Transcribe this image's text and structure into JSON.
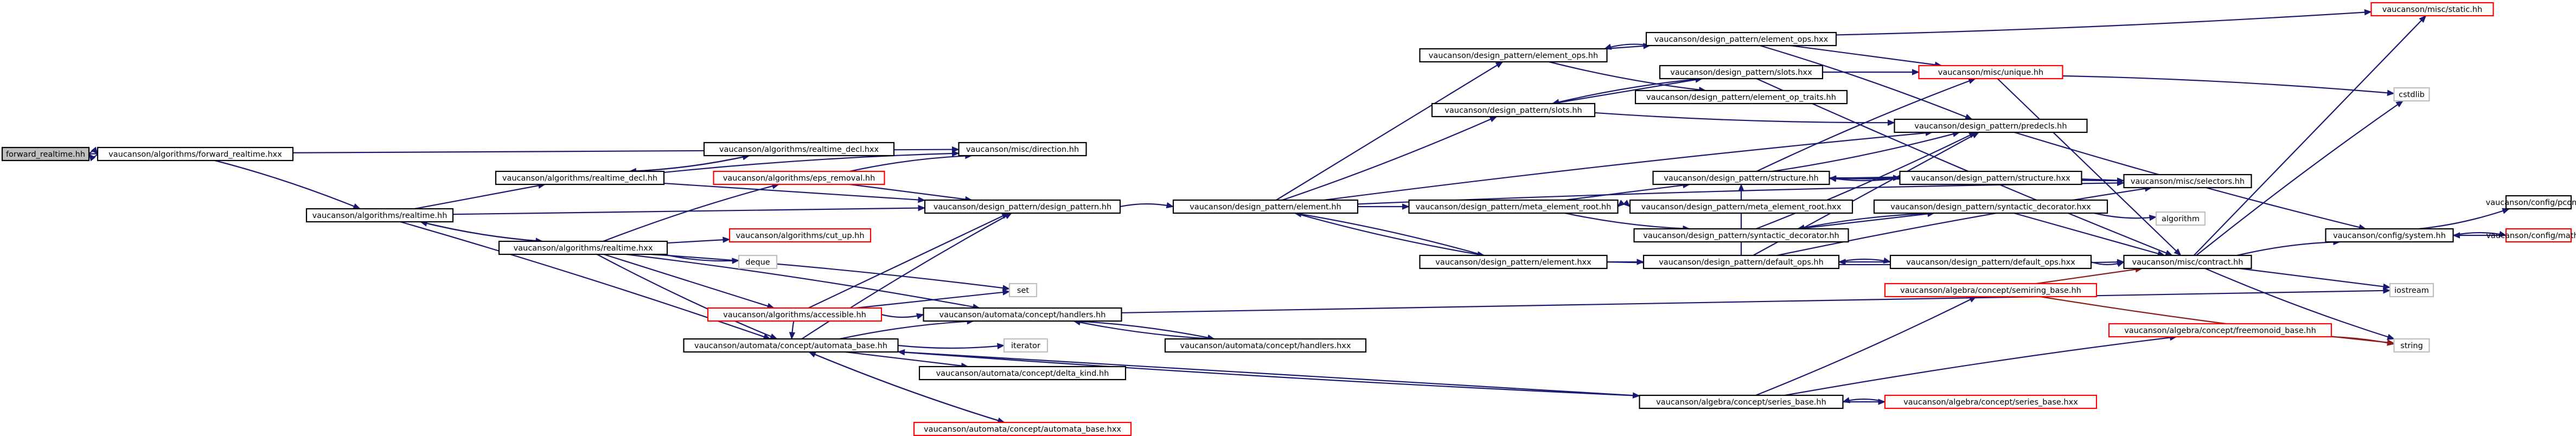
{
  "graph": {
    "colors": {
      "edge": "#191970",
      "edge_red": "#8b1a1a",
      "node_border": "#000000",
      "node_border_missing": "#ff0000",
      "node_border_external": "#bfbfbf",
      "root_fill": "#c0c0c0"
    },
    "nodes": {
      "n_forward_realtime_hh": "forward_realtime.hh",
      "n_alg_forward_realtime_hxx": "vaucanson/algorithms/forward_realtime.hxx",
      "n_alg_realtime_hh": "vaucanson/algorithms/realtime.hh",
      "n_alg_realtime_decl_hh": "vaucanson/algorithms/realtime_decl.hh",
      "n_alg_realtime_decl_hxx": "vaucanson/algorithms/realtime_decl.hxx",
      "n_alg_eps_removal_hh": "vaucanson/algorithms/eps_removal.hh",
      "n_alg_realtime_hxx": "vaucanson/algorithms/realtime.hxx",
      "n_alg_cut_up_hh": "vaucanson/algorithms/cut_up.hh",
      "n_alg_accessible_hh": "vaucanson/algorithms/accessible.hh",
      "n_deque": "deque",
      "n_set": "set",
      "n_iterator": "iterator",
      "n_misc_direction_hh": "vaucanson/misc/direction.hh",
      "n_dp_design_pattern_hh": "vaucanson/design_pattern/design_pattern.hh",
      "n_auto_automata_base_hh": "vaucanson/automata/concept/automata_base.hh",
      "n_auto_handlers_hh": "vaucanson/automata/concept/handlers.hh",
      "n_auto_handlers_hxx": "vaucanson/automata/concept/handlers.hxx",
      "n_auto_delta_kind_hh": "vaucanson/automata/concept/delta_kind.hh",
      "n_auto_automata_base_hxx": "vaucanson/automata/concept/automata_base.hxx",
      "n_dp_element_hh": "vaucanson/design_pattern/element.hh",
      "n_dp_element_ops_hh": "vaucanson/design_pattern/element_ops.hh",
      "n_dp_element_ops_hxx": "vaucanson/design_pattern/element_ops.hxx",
      "n_dp_slots_hh": "vaucanson/design_pattern/slots.hh",
      "n_dp_slots_hxx": "vaucanson/design_pattern/slots.hxx",
      "n_dp_element_op_traits_hh": "vaucanson/design_pattern/element_op_traits.hh",
      "n_misc_unique_hh": "vaucanson/misc/unique.hh",
      "n_misc_static_hh": "vaucanson/misc/static.hh",
      "n_cstdlib": "cstdlib",
      "n_dp_predecls_hh": "vaucanson/design_pattern/predecls.hh",
      "n_dp_meta_element_root_hh": "vaucanson/design_pattern/meta_element_root.hh",
      "n_dp_meta_element_root_hxx": "vaucanson/design_pattern/meta_element_root.hxx",
      "n_dp_structure_hh": "vaucanson/design_pattern/structure.hh",
      "n_dp_structure_hxx": "vaucanson/design_pattern/structure.hxx",
      "n_misc_selectors_hh": "vaucanson/misc/selectors.hh",
      "n_dp_syntactic_decorator_hh": "vaucanson/design_pattern/syntactic_decorator.hh",
      "n_dp_syntactic_decorator_hxx": "vaucanson/design_pattern/syntactic_decorator.hxx",
      "n_algorithm": "algorithm",
      "n_dp_default_ops_hh": "vaucanson/design_pattern/default_ops.hh",
      "n_dp_default_ops_hxx": "vaucanson/design_pattern/default_ops.hxx",
      "n_dp_element_hxx": "vaucanson/design_pattern/element.hxx",
      "n_misc_contract_hh": "vaucanson/misc/contract.hh",
      "n_config_system_hh": "vaucanson/config/system.hh",
      "n_config_pconf_hh": "vaucanson/config/pconf.hh",
      "n_config_math_hh": "vaucanson/config/math.hh",
      "n_iostream": "iostream",
      "n_string": "string",
      "n_alg_semiring_base_hh": "vaucanson/algebra/concept/semiring_base.hh",
      "n_alg_freemonoid_base_hh": "vaucanson/algebra/concept/freemonoid_base.hh",
      "n_alg_series_base_hh": "vaucanson/algebra/concept/series_base.hh",
      "n_alg_series_base_hxx": "vaucanson/algebra/concept/series_base.hxx"
    }
  }
}
